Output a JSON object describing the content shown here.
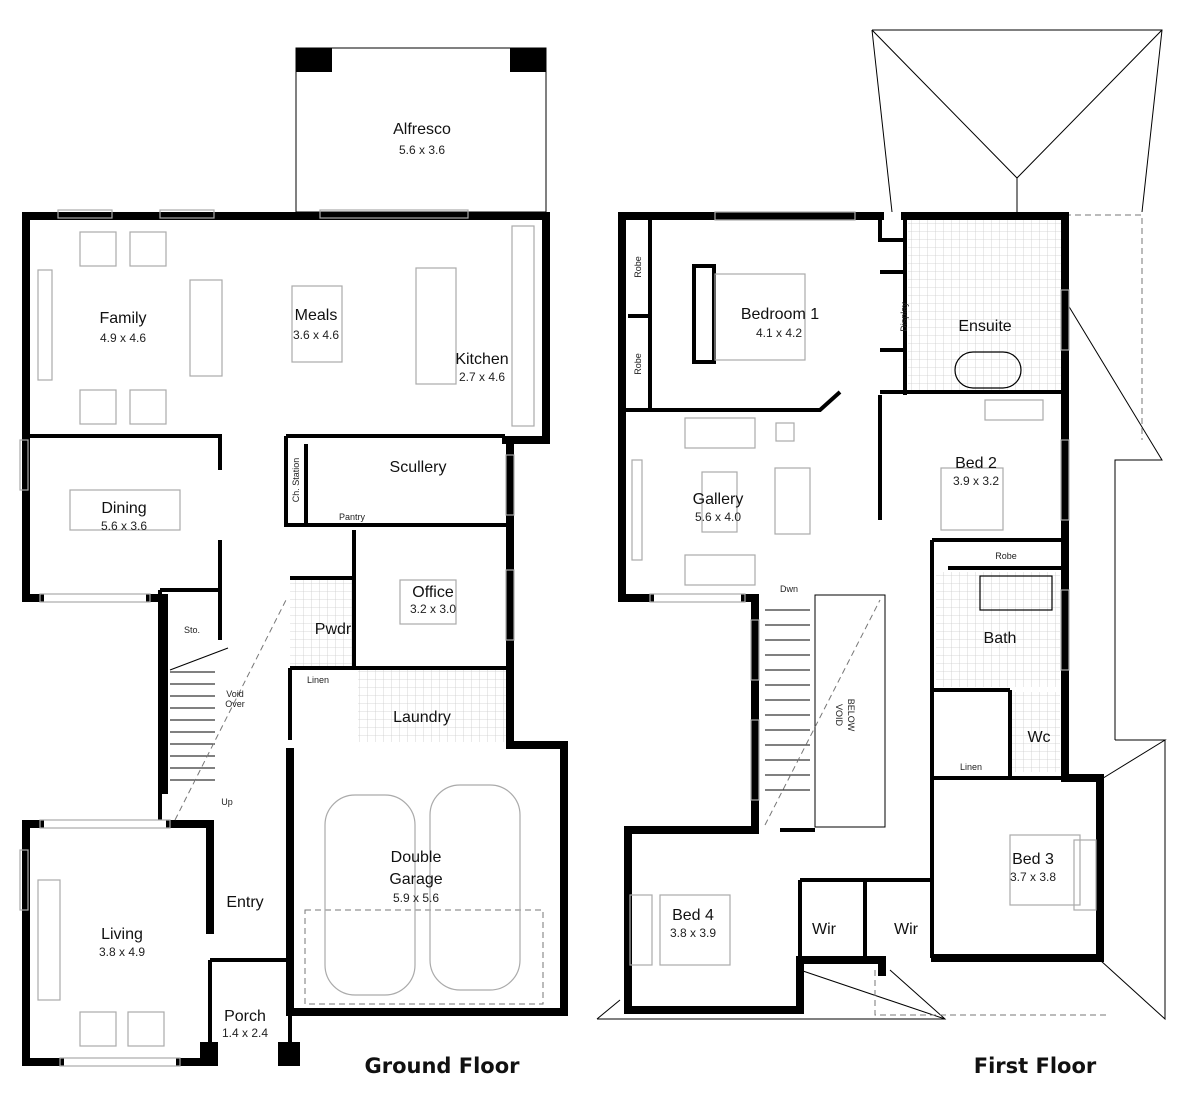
{
  "ground_floor": {
    "title": "Ground Floor",
    "rooms": {
      "alfresco": {
        "name": "Alfresco",
        "size": "5.6 x 3.6"
      },
      "family": {
        "name": "Family",
        "size": "4.9 x 4.6"
      },
      "meals": {
        "name": "Meals",
        "size": "3.6 x 4.6"
      },
      "kitchen": {
        "name": "Kitchen",
        "size": "2.7 x 4.6"
      },
      "dining": {
        "name": "Dining",
        "size": "5.6 x 3.6"
      },
      "scullery": {
        "name": "Scullery"
      },
      "ch_station": {
        "name": "Ch. Station"
      },
      "pantry": {
        "name": "Pantry"
      },
      "office": {
        "name": "Office",
        "size": "3.2 x 3.0"
      },
      "pwdr": {
        "name": "Pwdr"
      },
      "sto": {
        "name": "Sto."
      },
      "void_over": {
        "line1": "Void",
        "line2": "Over"
      },
      "up": {
        "name": "Up"
      },
      "linen": {
        "name": "Linen"
      },
      "laundry": {
        "name": "Laundry"
      },
      "garage": {
        "line1": "Double",
        "line2": "Garage",
        "size": "5.9 x 5.6"
      },
      "living": {
        "name": "Living",
        "size": "3.8 x 4.9"
      },
      "entry": {
        "name": "Entry"
      },
      "porch": {
        "name": "Porch",
        "size": "1.4 x 2.4"
      }
    }
  },
  "first_floor": {
    "title": "First Floor",
    "rooms": {
      "robe1": {
        "name": "Robe"
      },
      "robe2": {
        "name": "Robe"
      },
      "bedroom1": {
        "name": "Bedroom 1",
        "size": "4.1 x 4.2"
      },
      "display": {
        "name": "Display"
      },
      "ensuite": {
        "name": "Ensuite"
      },
      "gallery": {
        "name": "Gallery",
        "size": "5.6 x 4.0"
      },
      "bed2": {
        "name": "Bed 2",
        "size": "3.9 x 3.2"
      },
      "robe3": {
        "name": "Robe"
      },
      "bath": {
        "name": "Bath"
      },
      "dwn": {
        "name": "Dwn"
      },
      "void_below": {
        "line1": "VOID",
        "line2": "BELOW"
      },
      "linen": {
        "name": "Linen"
      },
      "wc": {
        "name": "Wc"
      },
      "bed3": {
        "name": "Bed 3",
        "size": "3.7 x 3.8"
      },
      "bed4": {
        "name": "Bed 4",
        "size": "3.8 x 3.9"
      },
      "wir1": {
        "name": "Wir"
      },
      "wir2": {
        "name": "Wir"
      }
    }
  }
}
